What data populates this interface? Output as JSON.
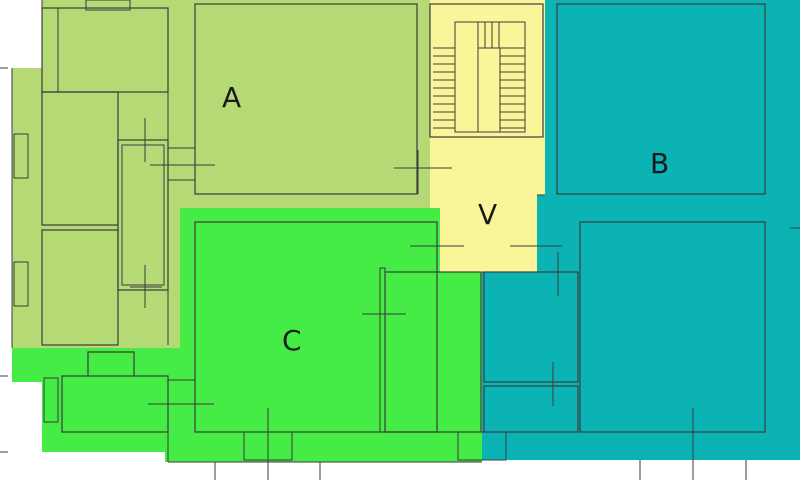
{
  "zones": [
    {
      "id": "A",
      "label": "A",
      "color": "#b4d975"
    },
    {
      "id": "B",
      "label": "B",
      "color": "#0cb3b5"
    },
    {
      "id": "C",
      "label": "C",
      "color": "#45ec45"
    },
    {
      "id": "V",
      "label": "V",
      "color": "#fbf59a"
    }
  ]
}
